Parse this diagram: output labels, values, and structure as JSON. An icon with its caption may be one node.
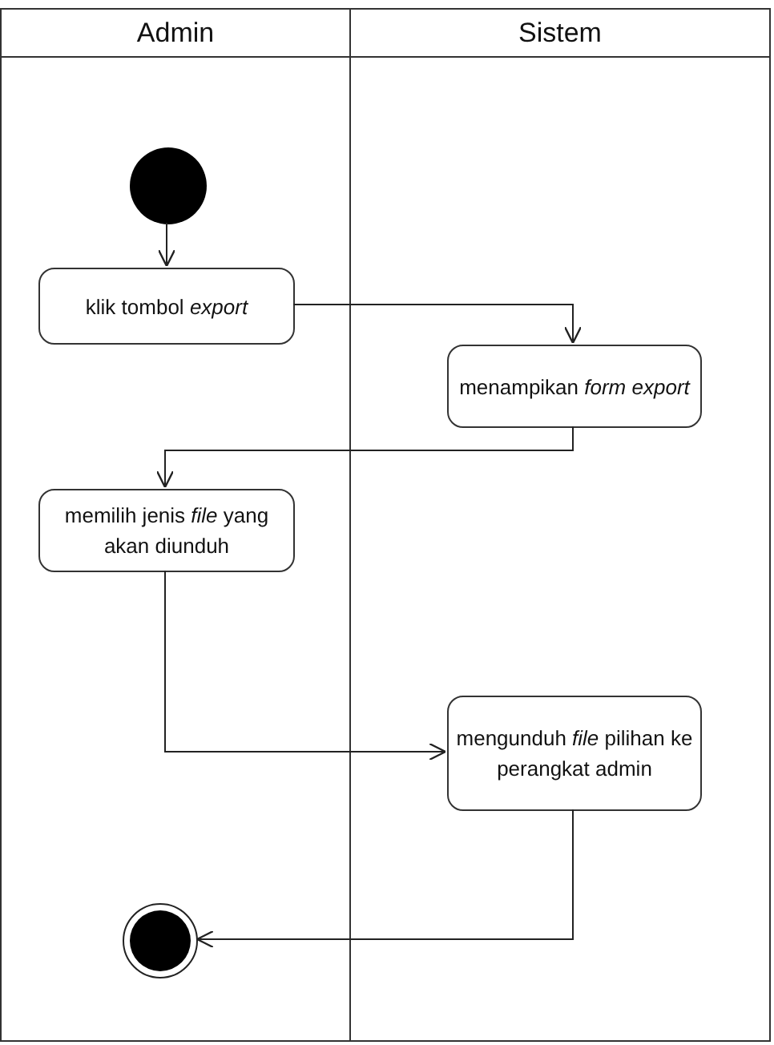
{
  "diagram": {
    "nodes": [
      {
        "text": [
          "Admin"
        ]
      },
      {
        "text": [
          "Sistem"
        ]
      },
      {
        "text": [],
        "shape": "circle",
        "in": 0
      },
      {
        "text": [
          "klik tombol *export*"
        ],
        "in": 0
      },
      {
        "text": [
          "menampikan *form export*"
        ],
        "in": 1
      },
      {
        "text": [
          "memilih jenis *file* yang akan diunduh"
        ],
        "in": 0
      },
      {
        "text": [
          "mengunduh *file* pilihan ke perangkat admin"
        ],
        "in": 1
      },
      {
        "text": [],
        "shape": "final-circle",
        "in": 0
      }
    ],
    "edges": [
      {
        "from": 2,
        "to": 3,
        "arrow": "to"
      },
      {
        "from": 3,
        "to": 4,
        "arrow": "to"
      },
      {
        "from": 4,
        "to": 5,
        "arrow": "to"
      },
      {
        "from": 5,
        "to": 6,
        "arrow": "to"
      },
      {
        "from": 6,
        "to": 7,
        "arrow": "to"
      }
    ]
  }
}
